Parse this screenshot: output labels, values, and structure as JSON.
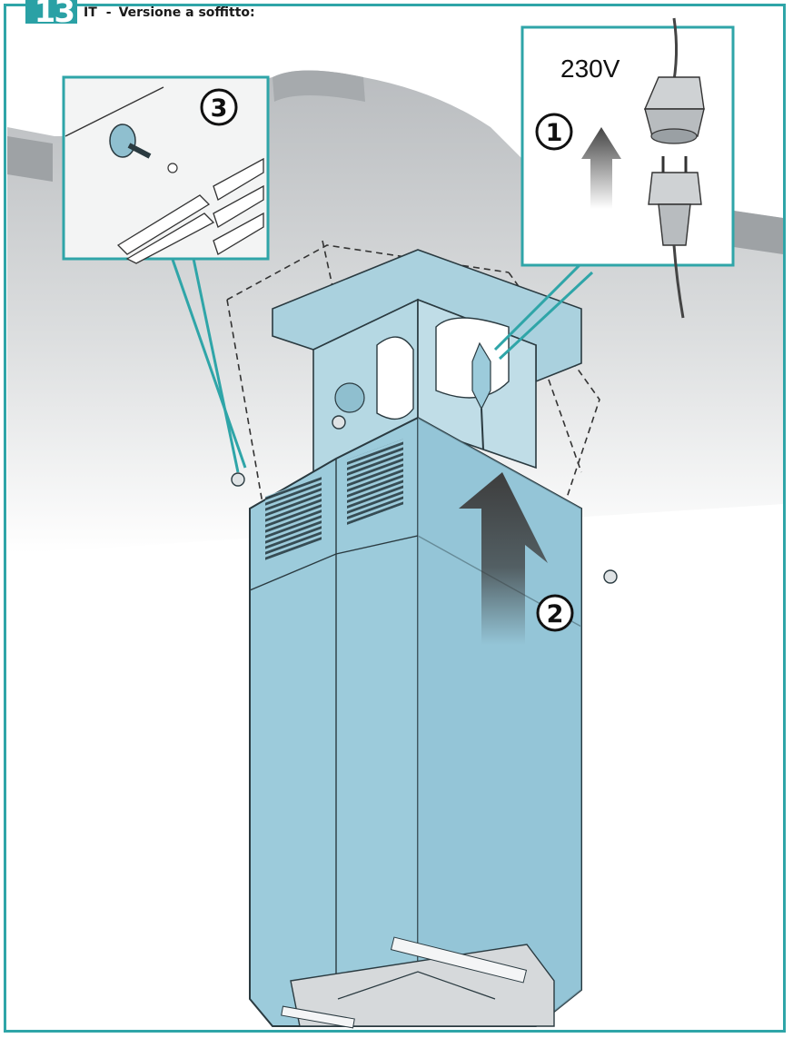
{
  "header": {
    "step_number": "13",
    "language": "IT",
    "separator": "-",
    "title": "Versione a soffitto:"
  },
  "callouts": {
    "plug_detail": {
      "voltage": "230V",
      "step": "1"
    },
    "screw_detail": {
      "step": "3"
    },
    "main_arrow": {
      "step": "2"
    }
  },
  "colors": {
    "accent": "#2fa5a8",
    "hood_body": "#9ccbdb",
    "hood_body_dark": "#7fb6c9",
    "ceiling": "#c9ccce",
    "arrow": "#3d3d3d"
  }
}
